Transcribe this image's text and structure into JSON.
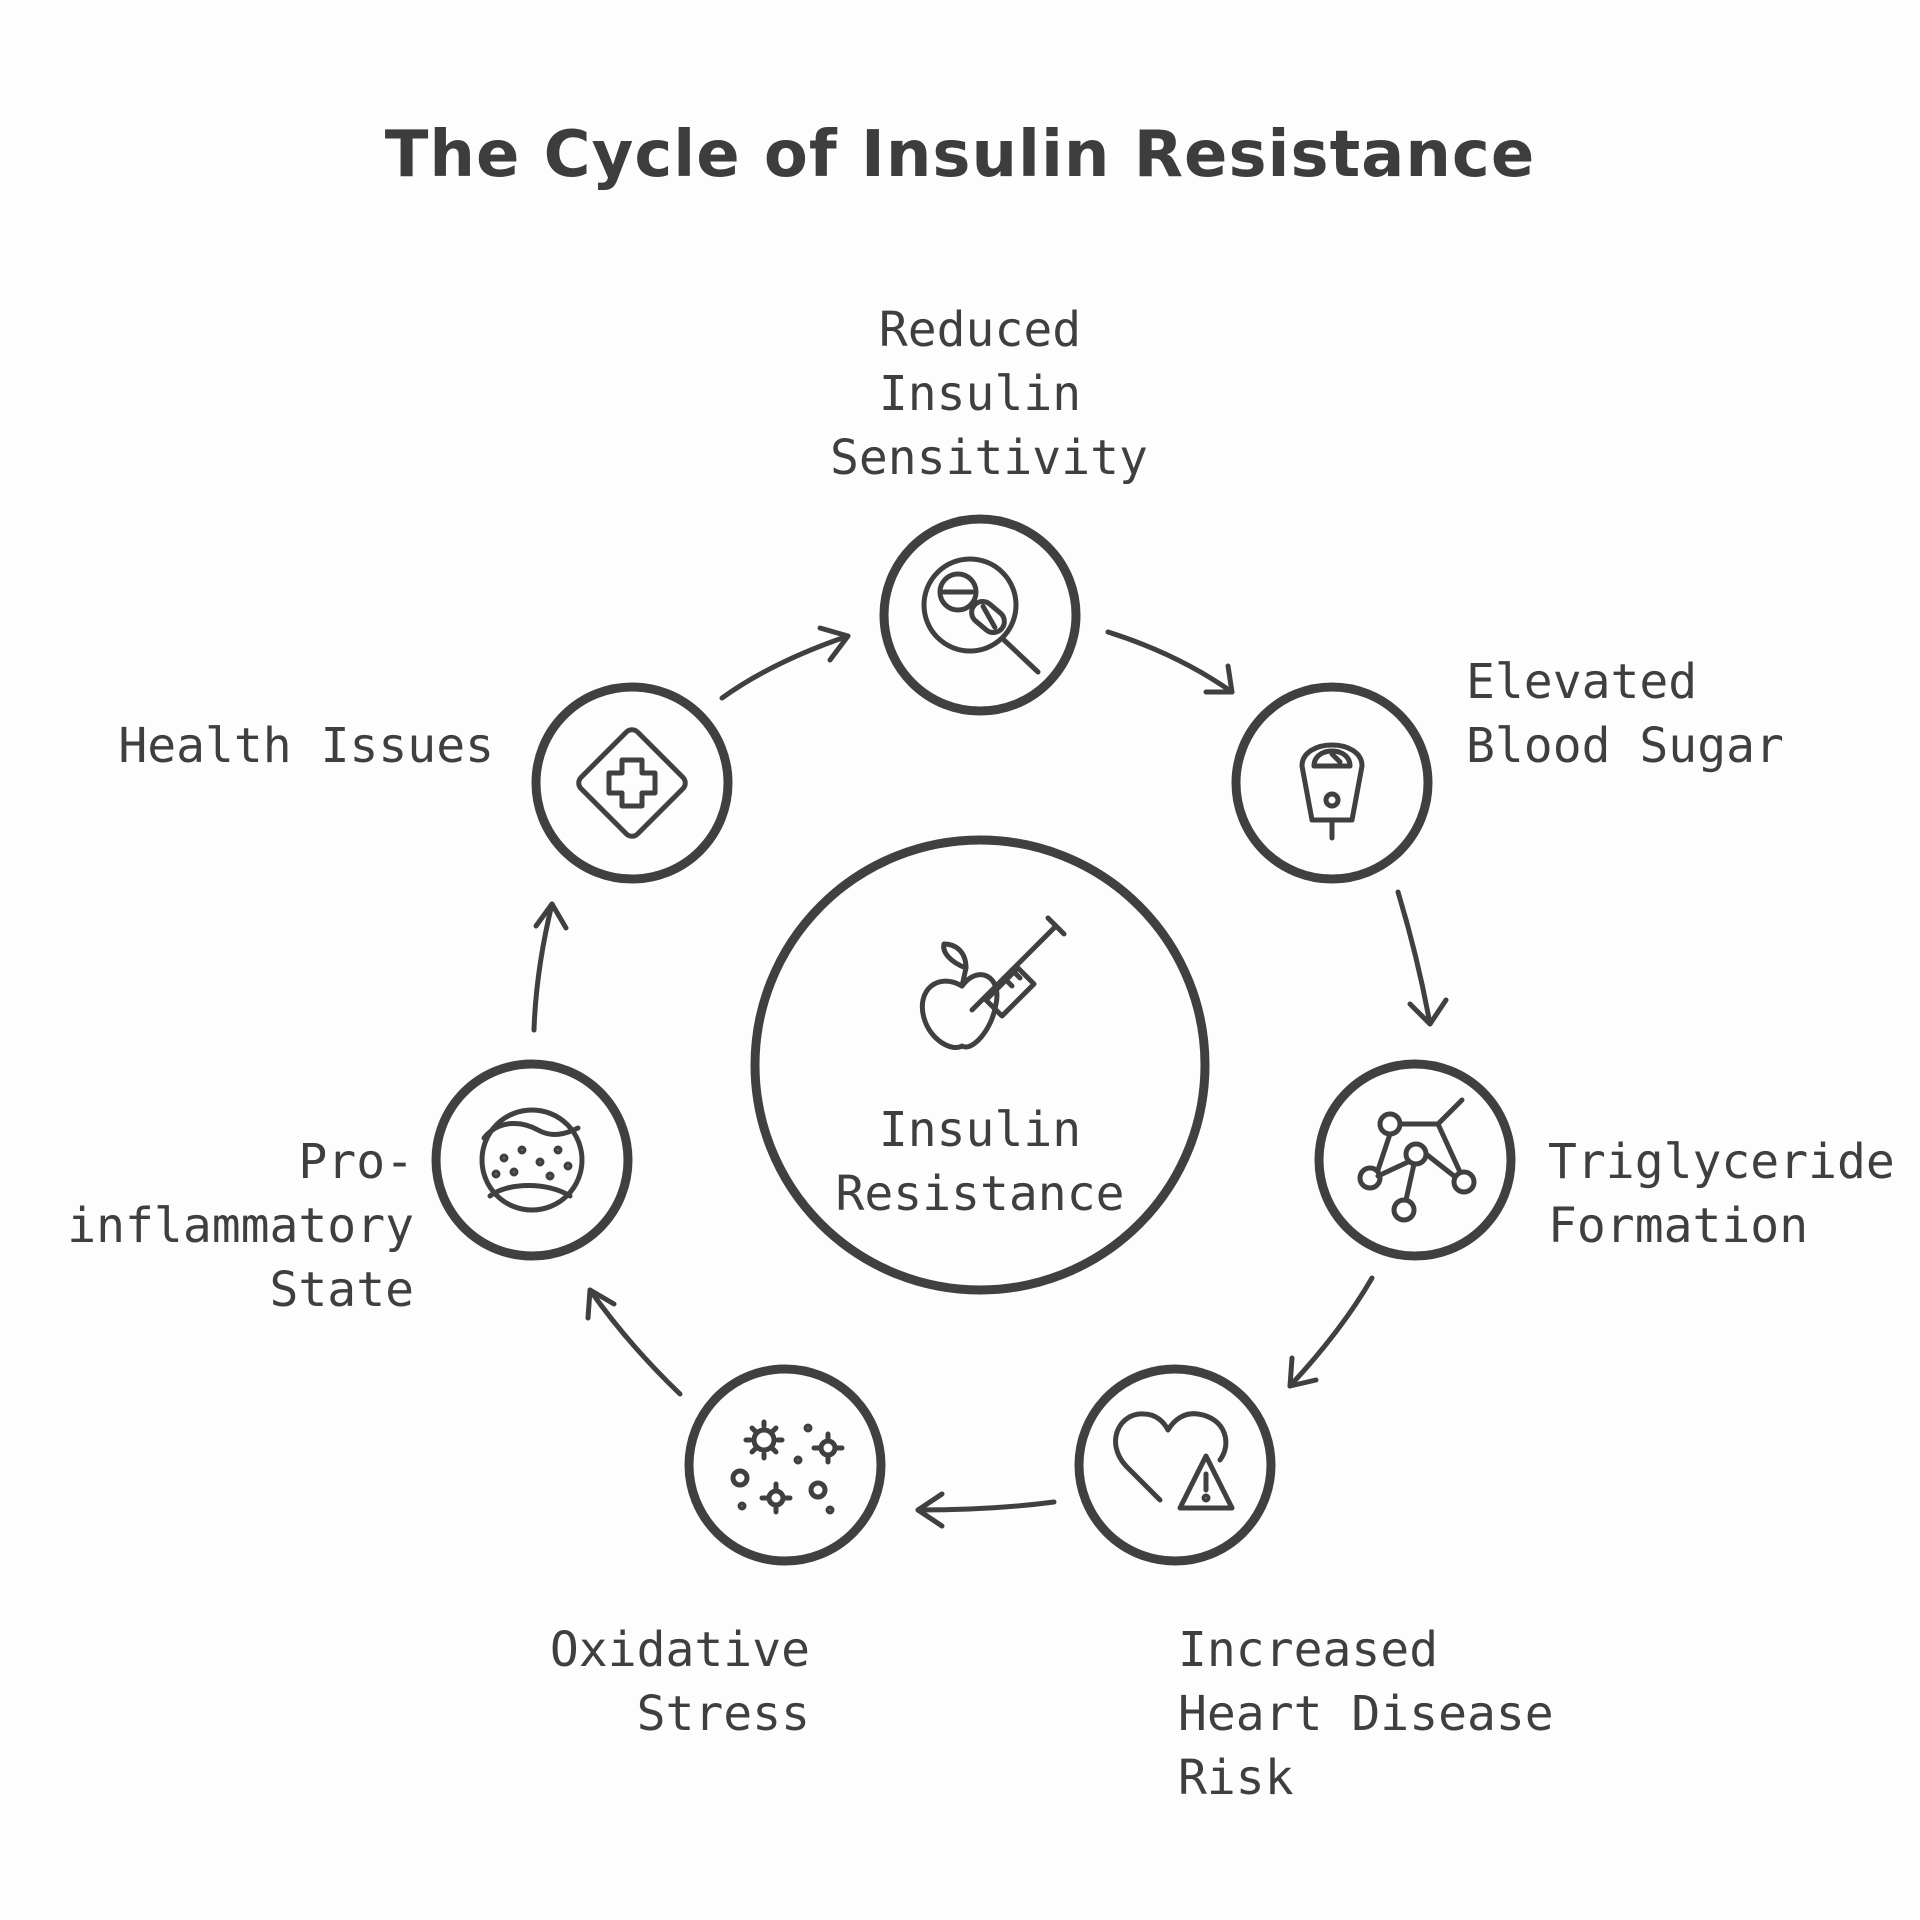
{
  "title": "The Cycle of Insulin Resistance",
  "center": {
    "icon": "apple-syringe-icon",
    "lines": [
      "Insulin",
      "Resistance"
    ]
  },
  "nodes": [
    {
      "id": "reduced-insulin-sensitivity",
      "icon": "magnified-pills-icon",
      "lines": [
        "Reduced",
        "Insulin",
        "Sensitivity"
      ]
    },
    {
      "id": "elevated-blood-sugar",
      "icon": "glucose-meter-icon",
      "lines": [
        "Elevated",
        "Blood Sugar"
      ]
    },
    {
      "id": "triglyceride-formation",
      "icon": "molecule-icon",
      "lines": [
        "Triglyceride",
        "Formation"
      ]
    },
    {
      "id": "increased-heart-disease-risk",
      "icon": "heart-warning-icon",
      "lines": [
        "Increased",
        "Heart Disease",
        "Risk"
      ]
    },
    {
      "id": "oxidative-stress",
      "icon": "particles-icon",
      "lines": [
        "Oxidative",
        "Stress"
      ]
    },
    {
      "id": "pro-inflammatory-state",
      "icon": "inflamed-tissue-icon",
      "lines": [
        "Pro-",
        "inflammatory",
        "State"
      ]
    },
    {
      "id": "health-issues",
      "icon": "medical-cross-icon",
      "lines": [
        "Health Issues"
      ]
    }
  ],
  "colors": {
    "ink": "#404040",
    "background": "#fdfdfd"
  }
}
